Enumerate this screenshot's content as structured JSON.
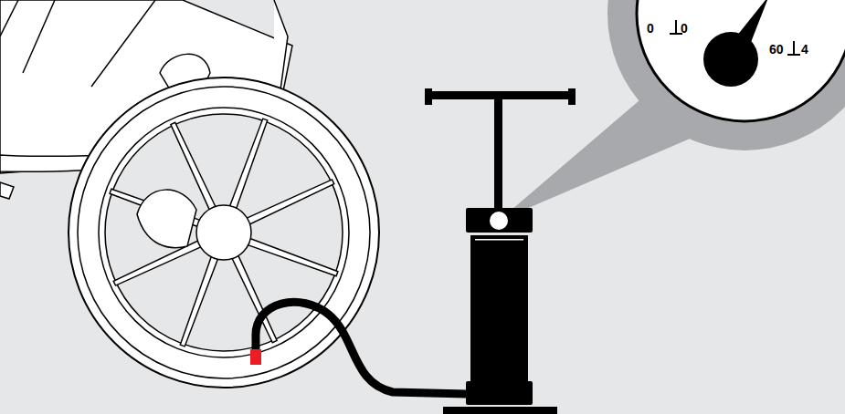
{
  "diagram": {
    "labels": [
      "0",
      "0",
      "60",
      "4"
    ]
  }
}
